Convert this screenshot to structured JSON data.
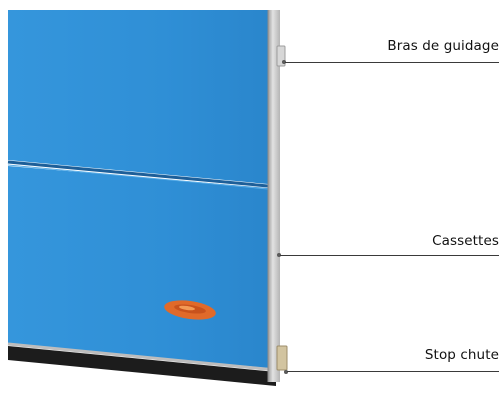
{
  "diagram": {
    "callouts": [
      {
        "id": "guide-arms",
        "label": "Bras de guidage"
      },
      {
        "id": "cassettes",
        "label": "Cassettes"
      },
      {
        "id": "drop-stop",
        "label": "Stop chute"
      }
    ],
    "colors": {
      "door_panel": "#2f8fd6",
      "door_panel_dark": "#2477bd",
      "frame_rail": "#c9c9c9",
      "bottom_seal": "#1c1c1c",
      "handle": "#e06a2a",
      "callout_line": "#3a3a3a"
    }
  }
}
